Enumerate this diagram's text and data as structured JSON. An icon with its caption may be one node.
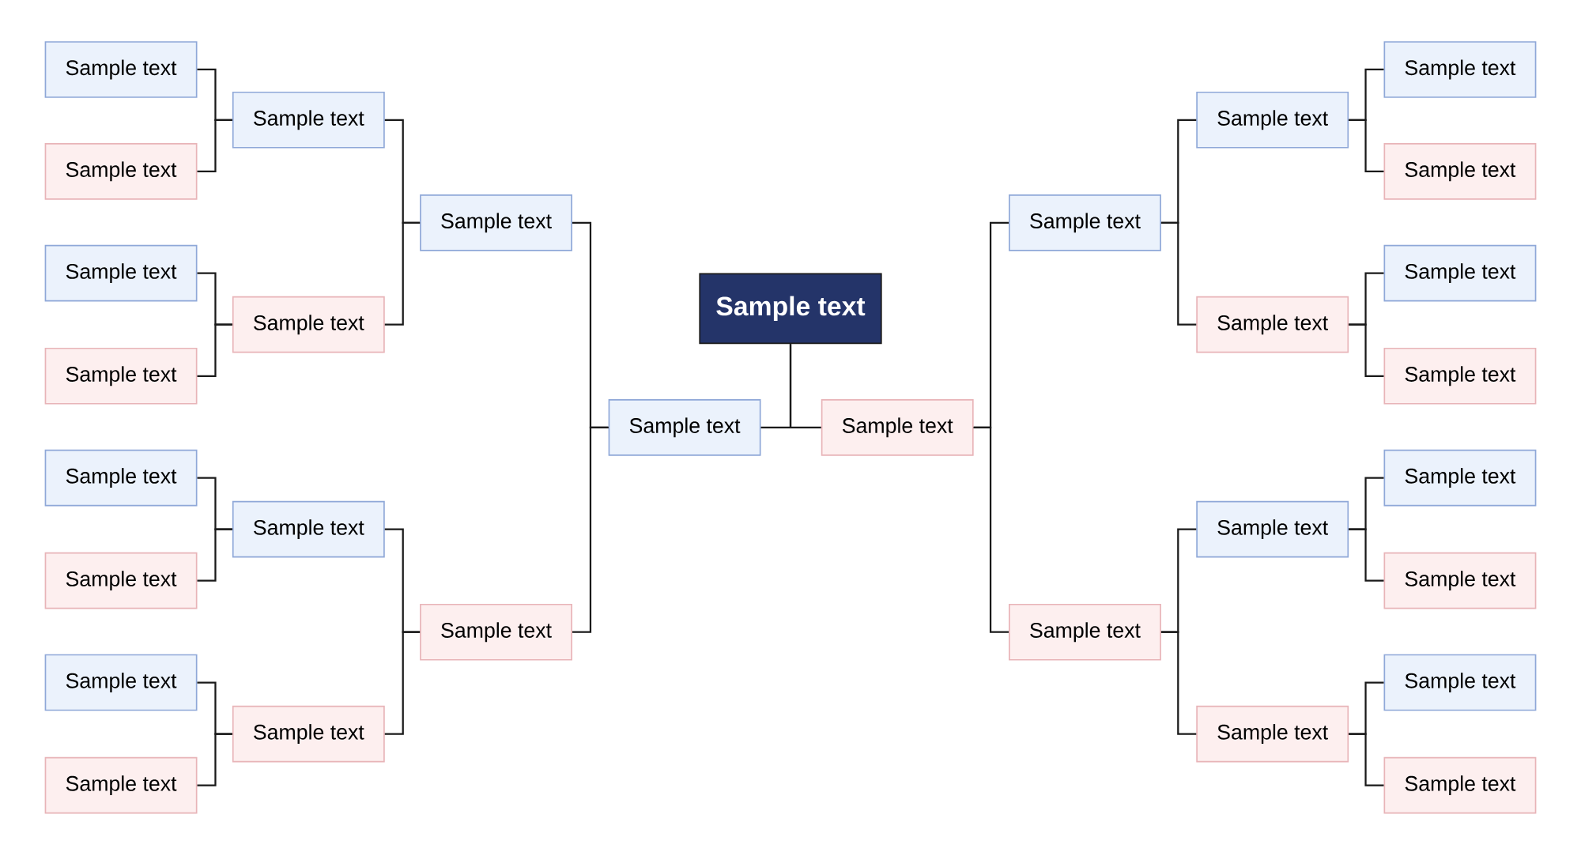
{
  "diagram": {
    "nodes": [
      {
        "text": [
          "Sample text"
        ]
      },
      {
        "text": [
          "Sample text"
        ]
      },
      {
        "text": [
          "Sample text"
        ]
      },
      {
        "text": [
          "Sample text"
        ]
      },
      {
        "text": [
          "Sample text"
        ]
      },
      {
        "text": [
          "Sample text"
        ]
      },
      {
        "text": [
          "Sample text"
        ]
      },
      {
        "text": [
          "Sample text"
        ]
      },
      {
        "text": [
          "Sample text"
        ]
      },
      {
        "text": [
          "Sample text"
        ]
      },
      {
        "text": [
          "Sample text"
        ]
      },
      {
        "text": [
          "Sample text"
        ]
      },
      {
        "text": [
          "Sample text"
        ]
      },
      {
        "text": [
          "Sample text"
        ]
      },
      {
        "text": [
          "Sample text"
        ]
      },
      {
        "text": [
          "Sample text"
        ]
      },
      {
        "text": [
          "Sample text"
        ]
      },
      {
        "text": [
          "Sample text"
        ]
      },
      {
        "text": [
          "Sample text"
        ]
      },
      {
        "text": [
          "Sample text"
        ]
      },
      {
        "text": [
          "Sample text"
        ]
      },
      {
        "text": [
          "Sample text"
        ]
      },
      {
        "text": [
          "Sample text"
        ]
      },
      {
        "text": [
          "Sample text"
        ]
      },
      {
        "text": [
          "Sample text"
        ]
      },
      {
        "text": [
          "Sample text"
        ]
      },
      {
        "text": [
          "Sample text"
        ]
      },
      {
        "text": [
          "Sample text"
        ]
      },
      {
        "text": [
          "Sample text"
        ]
      },
      {
        "text": [
          "Sample text"
        ]
      },
      {
        "text": [
          "Sample text"
        ]
      }
    ],
    "edges": [
      {
        "from": 1,
        "to": 9,
        "arrow": "none"
      },
      {
        "from": 2,
        "to": 9,
        "arrow": "none"
      },
      {
        "from": 3,
        "to": 10,
        "arrow": "none"
      },
      {
        "from": 4,
        "to": 10,
        "arrow": "none"
      },
      {
        "from": 5,
        "to": 11,
        "arrow": "none"
      },
      {
        "from": 6,
        "to": 11,
        "arrow": "none"
      },
      {
        "from": 7,
        "to": 12,
        "arrow": "none"
      },
      {
        "from": 8,
        "to": 12,
        "arrow": "none"
      },
      {
        "from": 9,
        "to": 13,
        "arrow": "none"
      },
      {
        "from": 10,
        "to": 13,
        "arrow": "none"
      },
      {
        "from": 11,
        "to": 14,
        "arrow": "none"
      },
      {
        "from": 12,
        "to": 14,
        "arrow": "none"
      },
      {
        "from": 13,
        "to": 15,
        "arrow": "none"
      },
      {
        "from": 14,
        "to": 15,
        "arrow": "none"
      },
      {
        "from": 0,
        "to": 15,
        "arrow": "none"
      },
      {
        "from": 0,
        "to": 16,
        "arrow": "none"
      },
      {
        "from": 17,
        "to": 16,
        "arrow": "none"
      },
      {
        "from": 18,
        "to": 16,
        "arrow": "none"
      },
      {
        "from": 19,
        "to": 17,
        "arrow": "none"
      },
      {
        "from": 20,
        "to": 17,
        "arrow": "none"
      },
      {
        "from": 21,
        "to": 18,
        "arrow": "none"
      },
      {
        "from": 22,
        "to": 18,
        "arrow": "none"
      },
      {
        "from": 23,
        "to": 19,
        "arrow": "none"
      },
      {
        "from": 24,
        "to": 19,
        "arrow": "none"
      },
      {
        "from": 25,
        "to": 20,
        "arrow": "none"
      },
      {
        "from": 26,
        "to": 20,
        "arrow": "none"
      },
      {
        "from": 27,
        "to": 21,
        "arrow": "none"
      },
      {
        "from": 28,
        "to": 21,
        "arrow": "none"
      },
      {
        "from": 29,
        "to": 22,
        "arrow": "none"
      },
      {
        "from": 30,
        "to": 22,
        "arrow": "none"
      }
    ]
  }
}
